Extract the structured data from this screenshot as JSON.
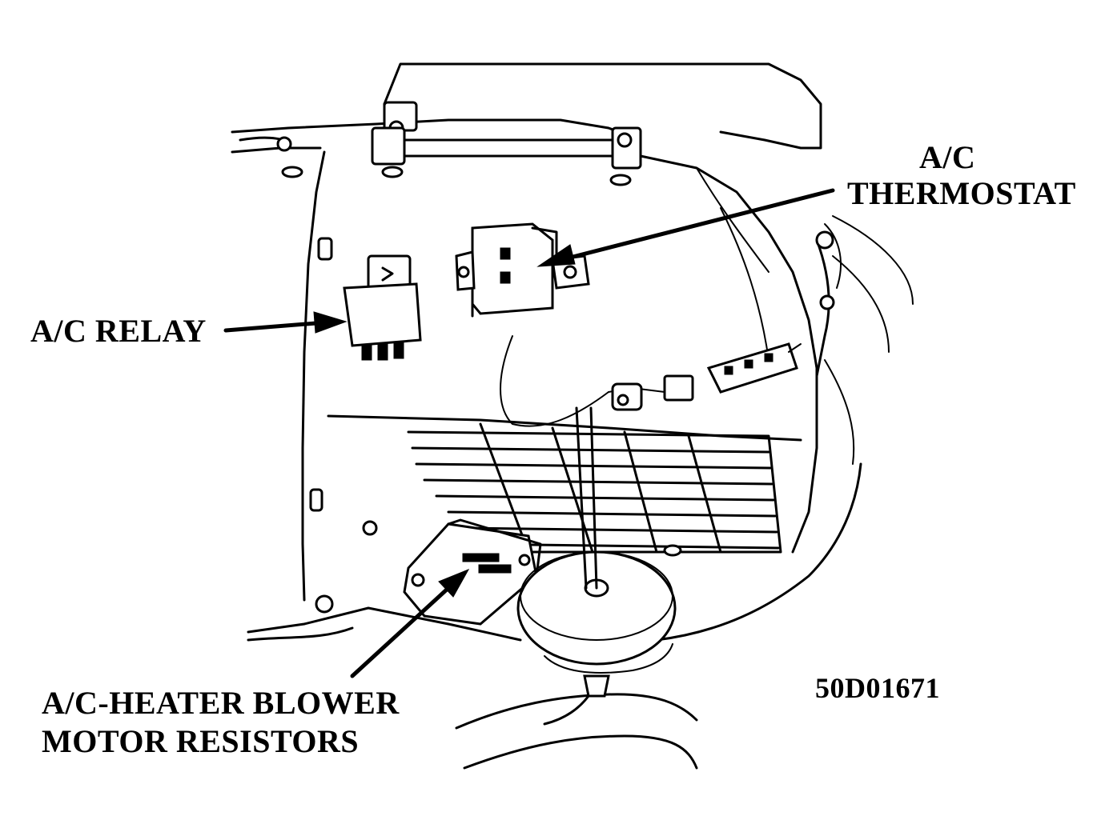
{
  "labels": {
    "thermostat_line1": "A/C",
    "thermostat_line2": "THERMOSTAT",
    "relay": "A/C RELAY",
    "resistors_line1": "A/C-HEATER BLOWER",
    "resistors_line2": "MOTOR RESISTORS",
    "figure_id": "50D01671"
  }
}
